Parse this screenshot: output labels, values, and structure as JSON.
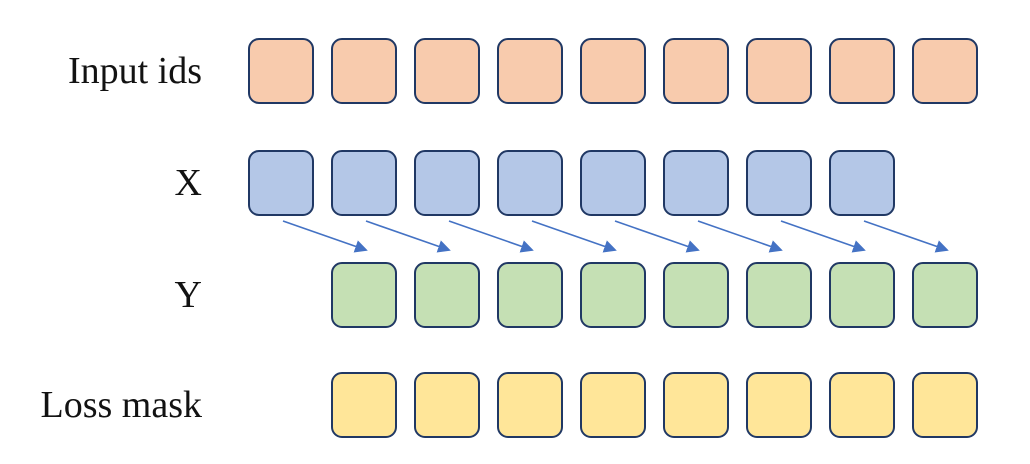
{
  "diagram": {
    "background_color": "#FFFFFF",
    "box_border_color": "#203864",
    "arrow_color": "#4472C4",
    "rows": [
      {
        "id": "input-ids",
        "label": "Input ids",
        "count": 9,
        "fill": "#F8CBAD",
        "start_col": 0
      },
      {
        "id": "x",
        "label": "X",
        "count": 8,
        "fill": "#B4C7E7",
        "start_col": 0
      },
      {
        "id": "y",
        "label": "Y",
        "count": 8,
        "fill": "#C5E0B4",
        "start_col": 1
      },
      {
        "id": "loss-mask",
        "label": "Loss mask",
        "count": 8,
        "fill": "#FFE699",
        "start_col": 1
      }
    ],
    "arrows": {
      "count": 8,
      "from_row": "X",
      "to_row": "Y",
      "direction": "down-right"
    }
  }
}
